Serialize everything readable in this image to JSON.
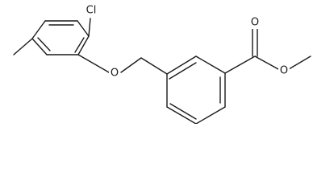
{
  "molecule": {
    "atoms": {
      "chlorine": "Cl",
      "ether_oxygen": "O",
      "carbonyl_oxygen": "O",
      "ester_oxygen": "O"
    }
  }
}
